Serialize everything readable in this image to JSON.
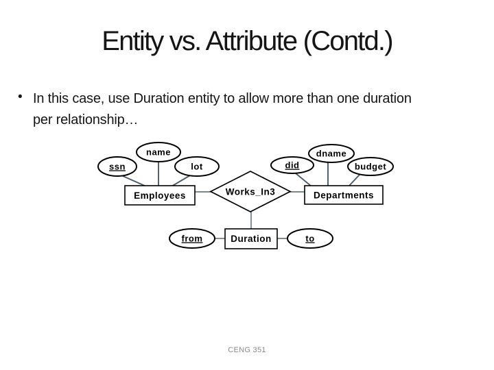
{
  "slide": {
    "title": "Entity vs. Attribute (Contd.)",
    "bullet": "•",
    "body_text": "In this case, use Duration entity to allow more than one duration per relationship…",
    "footer": "CENG 351"
  },
  "diagram": {
    "entities": {
      "employees": "Employees",
      "departments": "Departments",
      "duration": "Duration"
    },
    "relationships": {
      "works_in3": "Works_In3"
    },
    "attributes": {
      "name": "name",
      "ssn": "ssn",
      "lot": "lot",
      "did": "did",
      "dname": "dname",
      "budget": "budget",
      "from": "from",
      "to": "to"
    },
    "key_attributes": [
      "ssn",
      "did",
      "from",
      "to"
    ]
  },
  "colors": {
    "background": "#ffffff",
    "text": "#151515",
    "shape_outline": "#000000",
    "attribute_connector": "#47596b",
    "entity_connector": "#50606b",
    "footer_text": "#8a8a8a"
  }
}
